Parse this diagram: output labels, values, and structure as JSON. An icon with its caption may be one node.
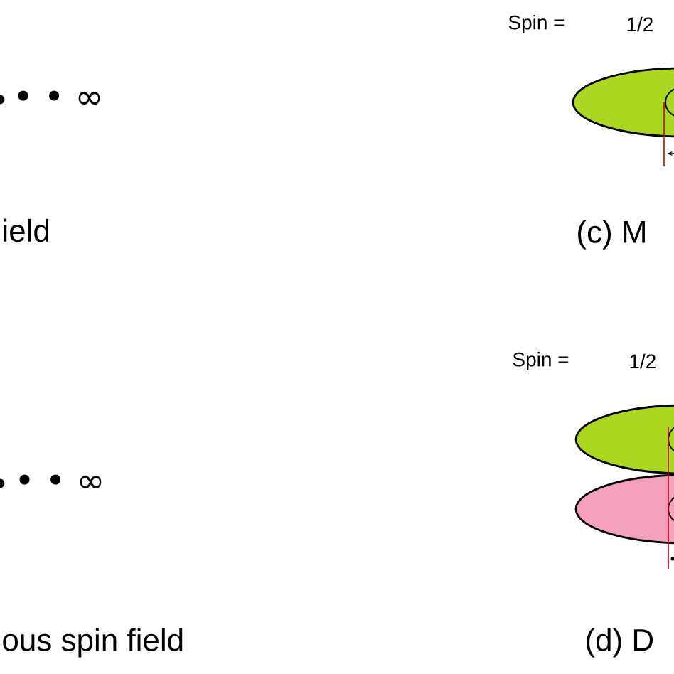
{
  "diagram": {
    "labels": [
      "Spin =",
      "1/2",
      "• • ∞",
      "ield",
      "(c) M",
      "Spin =",
      "1/2",
      "• • ∞",
      "ous spin field",
      "(d) D"
    ]
  }
}
